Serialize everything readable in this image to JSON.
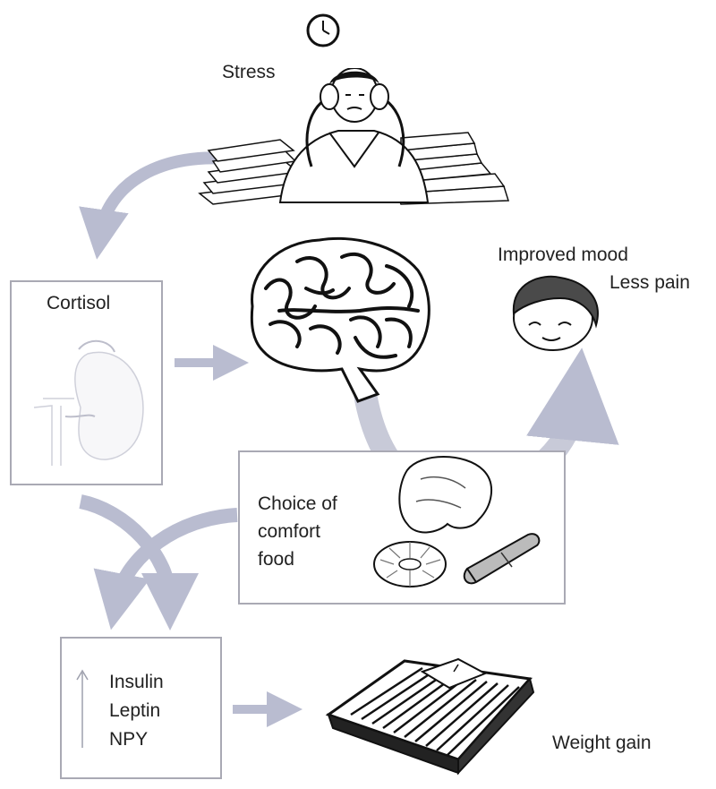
{
  "labels": {
    "stress": "Stress",
    "cortisol": "Cortisol",
    "improved_mood": "Improved mood",
    "less_pain": "Less pain",
    "choice_line1": "Choice of",
    "choice_line2": "comfort",
    "choice_line3": "food",
    "insulin": "Insulin",
    "leptin": "Leptin",
    "npy": "NPY",
    "weight_gain": "Weight gain"
  },
  "colors": {
    "arrow": "#b9bcd0",
    "box_border": "#a9a9b4",
    "ink": "#111111"
  },
  "icons": [
    "clock-icon",
    "stressed-person-illustration",
    "brain-illustration",
    "happy-face-illustration",
    "adrenal-gland-illustration",
    "comfort-food-illustration",
    "bathroom-scale-illustration"
  ]
}
